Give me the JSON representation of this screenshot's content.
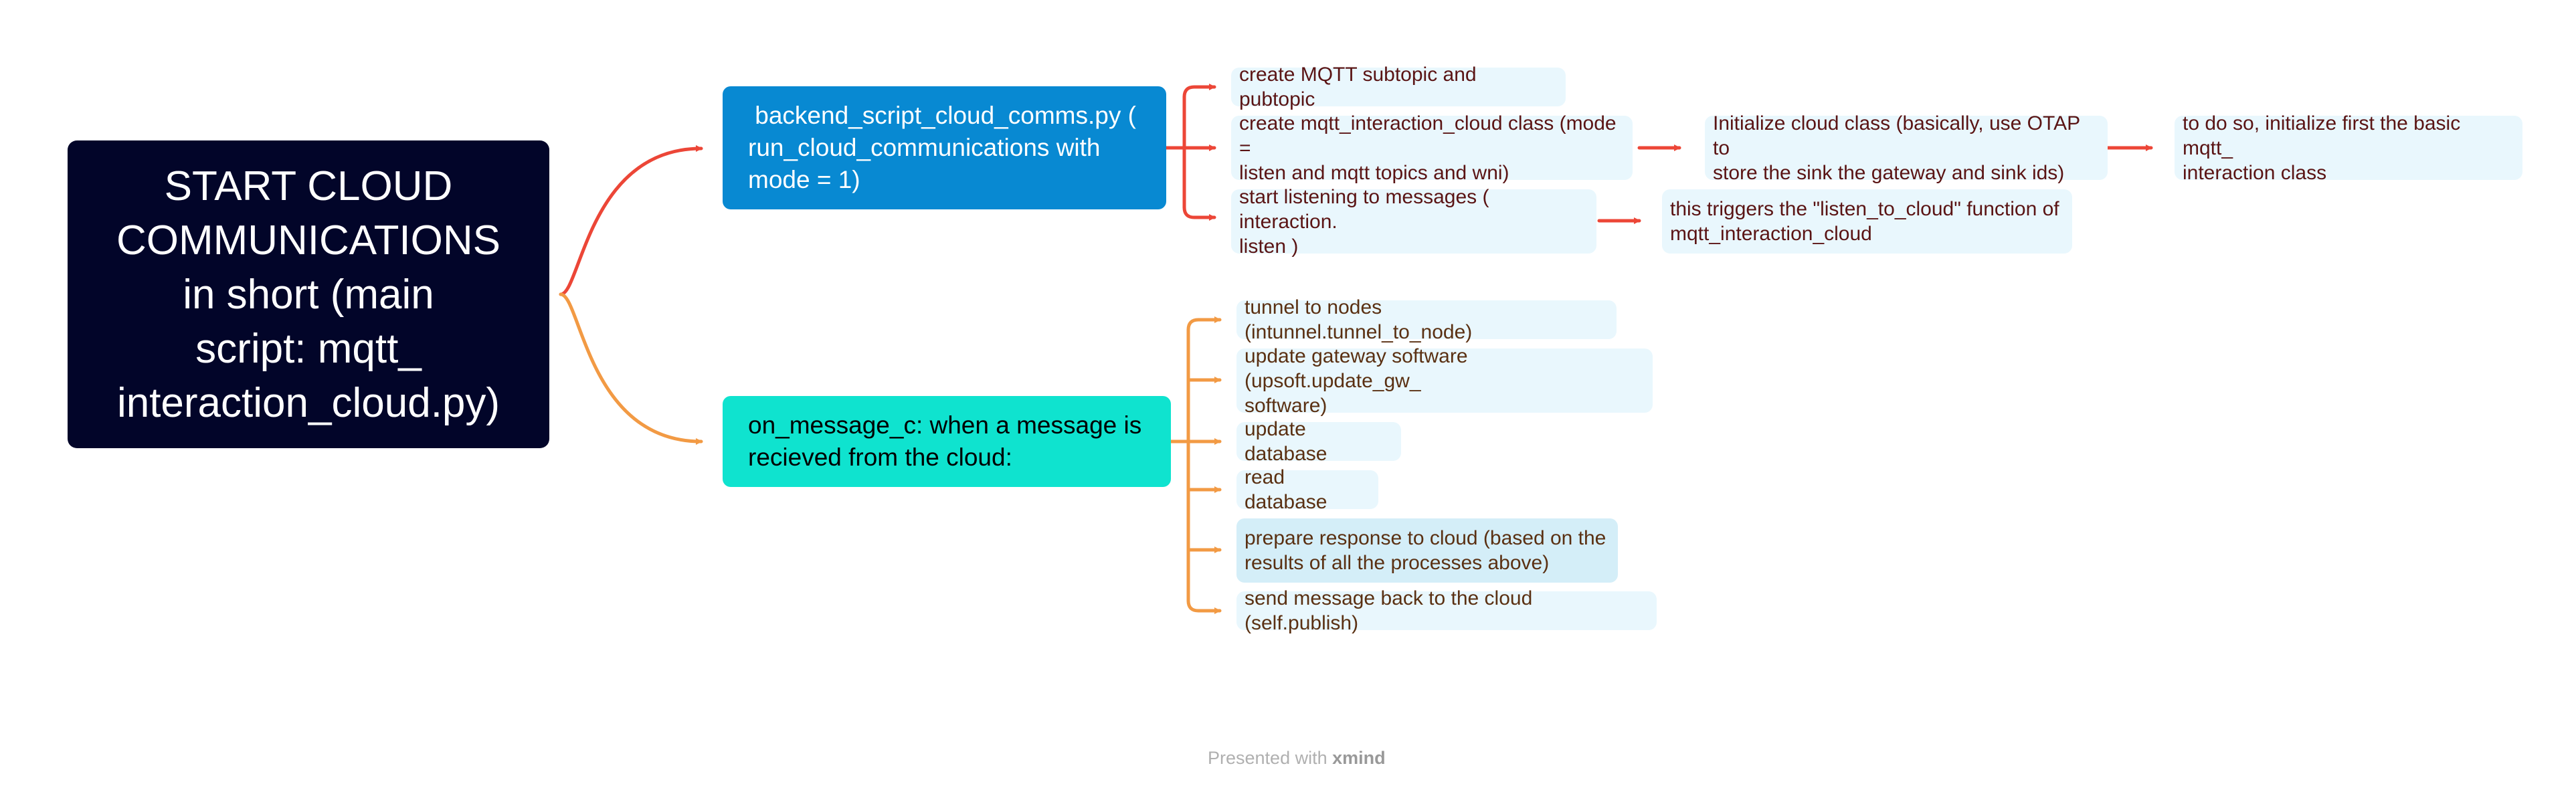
{
  "diagram": {
    "root": {
      "lines": [
        "START CLOUD",
        "COMMUNICATIONS",
        "in short (main",
        "script: mqtt_",
        "interaction_cloud.py)"
      ]
    },
    "branch_1": {
      "lines": [
        " backend_script_cloud_comms.py (",
        "run_cloud_communications with",
        "mode = 1)"
      ],
      "color": "#0889d2",
      "connector_color": "#ec4637",
      "children": [
        {
          "lines": [
            "create MQTT subtopic and pubtopic"
          ]
        },
        {
          "lines": [
            "create mqtt_interaction_cloud class (mode =",
            "listen and mqtt topics and wni)"
          ]
        },
        {
          "lines": [
            "Initialize cloud class (basically, use OTAP to",
            "store the sink the gateway and sink ids)"
          ]
        },
        {
          "lines": [
            "to do so, initialize first the basic mqtt_",
            "interaction class"
          ]
        },
        {
          "lines": [
            "start listening to messages ( interaction.",
            "listen )"
          ]
        },
        {
          "lines": [
            "this triggers the \"listen_to_cloud\" function of",
            "mqtt_interaction_cloud"
          ]
        }
      ]
    },
    "branch_2": {
      "lines": [
        "on_message_c: when a message is",
        "recieved from the cloud:"
      ],
      "color": "#0fe3cf",
      "connector_color": "#f29a44",
      "children": [
        {
          "lines": [
            "tunnel to nodes (intunnel.tunnel_to_node)"
          ]
        },
        {
          "lines": [
            "update gateway software (upsoft.update_gw_",
            "software)"
          ]
        },
        {
          "lines": [
            "update database"
          ]
        },
        {
          "lines": [
            "read database"
          ]
        },
        {
          "lines": [
            "prepare response to cloud (based on the",
            "results of all the processes above)"
          ]
        },
        {
          "lines": [
            "send message back to the cloud (self.publish)"
          ]
        }
      ]
    },
    "root_color": "#020529"
  },
  "footer": {
    "prefix": "Presented with ",
    "brand": "xmind"
  }
}
